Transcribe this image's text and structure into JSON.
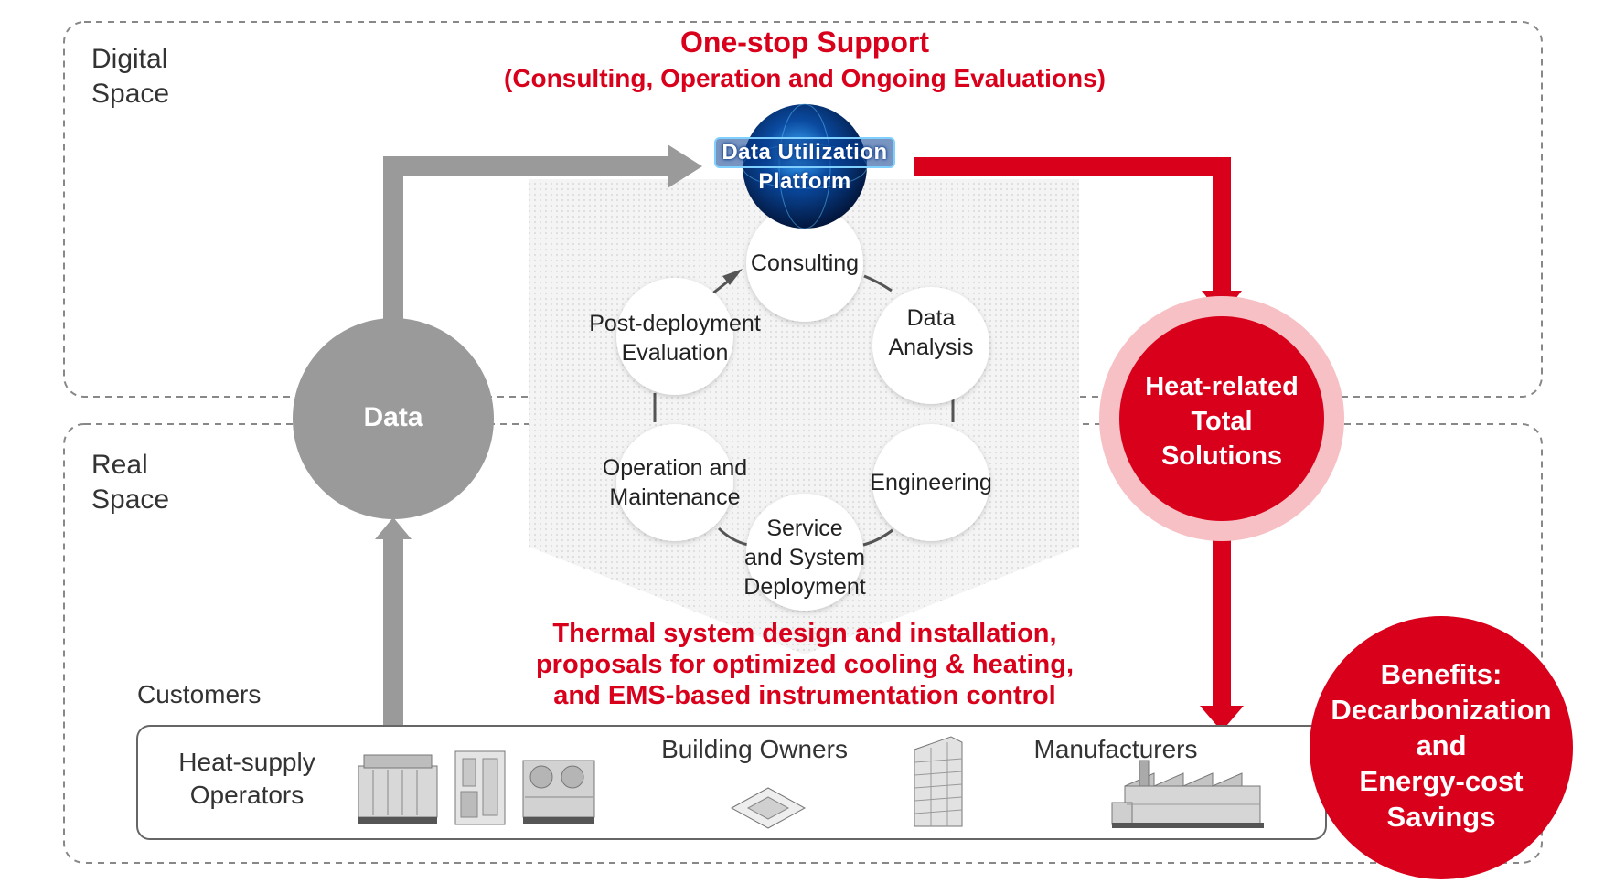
{
  "zones": {
    "digital": "Digital\nSpace",
    "real": "Real\nSpace"
  },
  "header": {
    "title": "One-stop Support",
    "subtitle": "(Consulting, Operation and Ongoing Evaluations)"
  },
  "platform": {
    "line1": "Data Utilization",
    "line2": "Platform"
  },
  "cycle": {
    "consulting": "Consulting",
    "data_analysis": "Data\nAnalysis",
    "engineering": "Engineering",
    "service_deployment": "Service\nand System\nDeployment",
    "operation_maintenance": "Operation and\nMaintenance",
    "post_deployment": "Post-deployment\nEvaluation"
  },
  "data_circle": "Data",
  "solutions_circle": "Heat-related\nTotal\nSolutions",
  "thermal_text": "Thermal system design and installation,\nproposals for optimized cooling & heating,\nand EMS-based instrumentation control",
  "customers": {
    "label": "Customers",
    "groups": [
      "Heat-supply\nOperators",
      "Building Owners",
      "Manufacturers"
    ]
  },
  "benefits": "Benefits:\nDecarbonization\nand\nEnergy-cost\nSavings",
  "icons": [
    "heat-supply-equipment-icon",
    "chiller-unit-icon",
    "cooling-tower-icon",
    "ceiling-cassette-ac-icon",
    "office-building-icon",
    "factory-icon"
  ],
  "colors": {
    "accent_red": "#d9001b",
    "gray": "#9a9a9a",
    "pink_ring": "#f6c0c4",
    "platform_blue": "#0d3f8a"
  }
}
